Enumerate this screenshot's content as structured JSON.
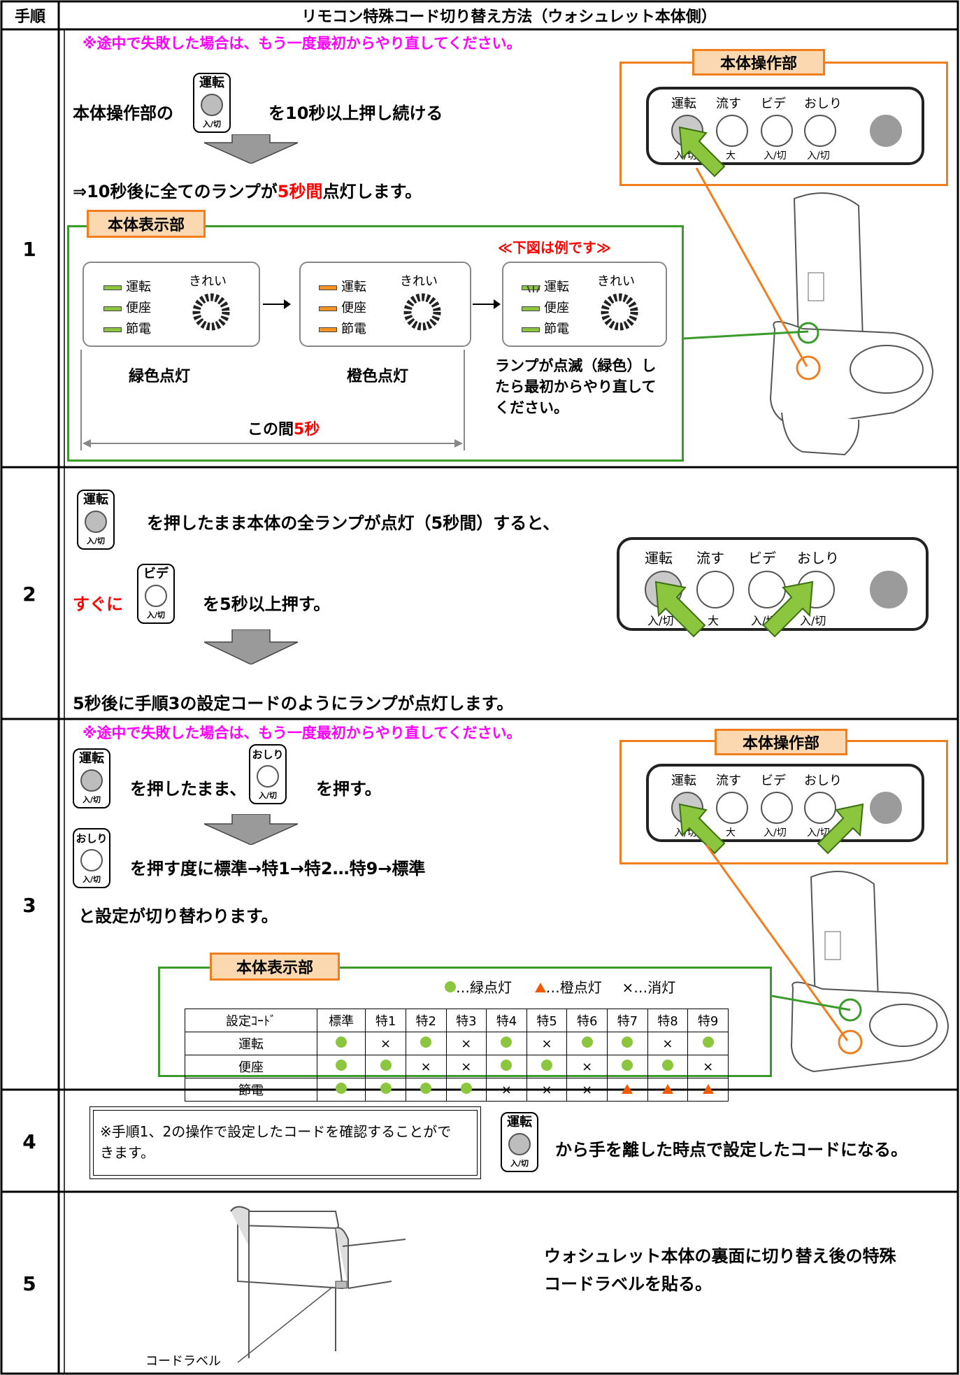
{
  "header": {
    "col1": "手順",
    "col2": "リモコン特殊コード切り替え方法（ウォシュレット本体側）"
  },
  "buttons": {
    "unten": "運転",
    "bide": "ビデ",
    "oshiri": "おしり",
    "sub": "入/切"
  },
  "panel": {
    "labels": [
      "運転",
      "流す",
      "ビデ",
      "おしり"
    ],
    "subs": [
      "入/切",
      "大",
      "入/切",
      "入/切"
    ]
  },
  "tags": {
    "honshou_sousa": "本体操作部",
    "honshou_hyouji": "本体表示部"
  },
  "lamps": [
    "運転",
    "便座",
    "節電"
  ],
  "kirei": "きれい",
  "step1": {
    "num": "1",
    "warning": "※途中で失敗した場合は、もう一度最初からやり直してください。",
    "line1_a": "本体操作部の",
    "line1_b": "を10秒以上押し続ける",
    "result_a": "⇒10秒後に全てのランプが",
    "result_b": "5秒間",
    "result_c": "点灯します。",
    "example": "≪下図は例です≫",
    "green_label": "緑色点灯",
    "orange_label": "橙色点灯",
    "blink_text": "ランプが点滅（緑色）したら最初からやり直してください。",
    "interval_a": "この間",
    "interval_b": "5秒"
  },
  "step2": {
    "num": "2",
    "line1": "を押したまま本体の全ランプが点灯（5秒間）すると、",
    "sugu": "すぐに",
    "line2": "を5秒以上押す。",
    "result": "5秒後に手順3の設定コードのようにランプが点灯します。"
  },
  "step3": {
    "num": "3",
    "warning": "※途中で失敗した場合は、もう一度最初からやり直してください。",
    "line1_a": "を押したまま、",
    "line1_b": "を押す。",
    "line2": "を押す度に標準→特1→特2…特9→標準",
    "line3": "と設定が切り替わります。",
    "legend_green": "…緑点灯",
    "legend_orange": "…橙点灯",
    "legend_off": "×…消灯"
  },
  "code_table": {
    "header": [
      "設定ｺｰﾄﾞ",
      "標準",
      "特1",
      "特2",
      "特3",
      "特4",
      "特5",
      "特6",
      "特7",
      "特8",
      "特9"
    ],
    "rows": [
      {
        "name": "運転",
        "cells": [
          "g",
          "x",
          "g",
          "x",
          "g",
          "x",
          "g",
          "g",
          "x",
          "g"
        ]
      },
      {
        "name": "便座",
        "cells": [
          "g",
          "g",
          "x",
          "x",
          "g",
          "g",
          "x",
          "g",
          "g",
          "x"
        ]
      },
      {
        "name": "節電",
        "cells": [
          "g",
          "g",
          "g",
          "g",
          "x",
          "x",
          "x",
          "o",
          "o",
          "o"
        ]
      }
    ],
    "off_symbol": "×"
  },
  "step4": {
    "num": "4",
    "note": "※手順1、2の操作で設定したコードを確認することができます。",
    "text": "から手を離した時点で設定したコードになる。"
  },
  "step5": {
    "num": "5",
    "text": "ウォシュレット本体の裏面に切り替え後の特殊コードラベルを貼る。",
    "label": "コードラベル"
  }
}
